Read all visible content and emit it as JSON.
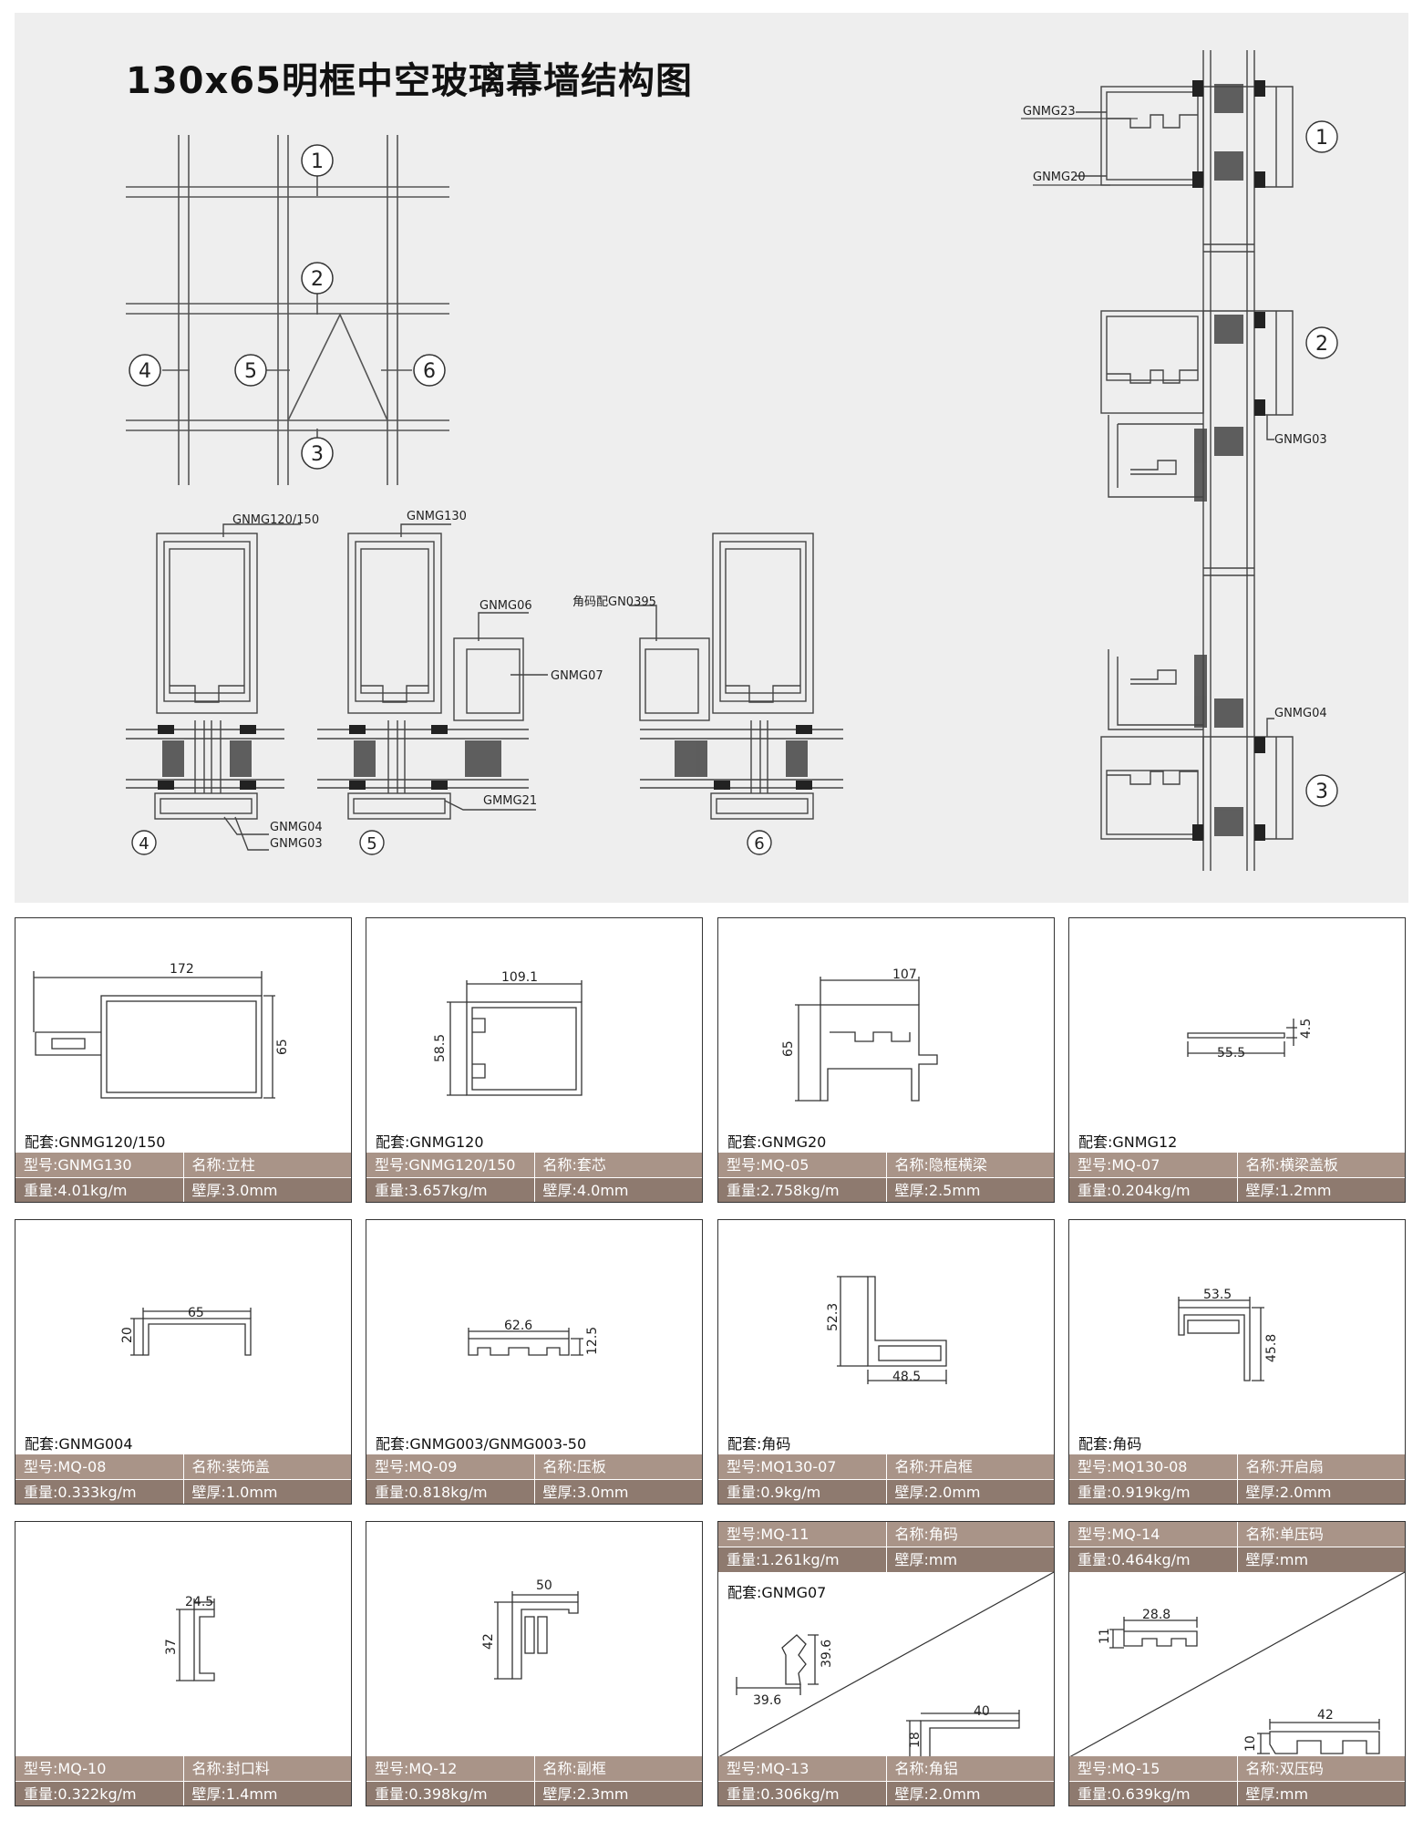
{
  "title": "130x65明框中空玻璃幕墙结构图",
  "grid_labels": {
    "n1": "1",
    "n2": "2",
    "n3": "3",
    "n4": "4",
    "n5": "5",
    "n6": "6"
  },
  "section_labels": {
    "s4": "4",
    "s5": "5",
    "s6": "6"
  },
  "right_labels": {
    "r1": "1",
    "r2": "2",
    "r3": "3"
  },
  "part_labels": {
    "gnmg120_150": "GNMG120/150",
    "gnmg130": "GNMG130",
    "gnmg06": "GNMG06",
    "gnmg07": "GNMG07",
    "gn0395": "角码配GN0395",
    "gnmg04": "GNMG04",
    "gnmg03": "GNMG03",
    "gmmg21": "GMMG21",
    "gnmg23": "GNMG23",
    "gnmg20": "GNMG20",
    "gnmg03_r": "GNMG03",
    "gnmg04_r": "GNMG04"
  },
  "cards": [
    {
      "peitao": "配套:GNMG120/150",
      "model": "型号:GNMG130",
      "name": "名称:立柱",
      "weight": "重量:4.01kg/m",
      "thick": "壁厚:3.0mm",
      "dims": [
        "172",
        "65"
      ]
    },
    {
      "peitao": "配套:GNMG120",
      "model": "型号:GNMG120/150",
      "name": "名称:套芯",
      "weight": "重量:3.657kg/m",
      "thick": "壁厚:4.0mm",
      "dims": [
        "109.1",
        "58.5"
      ]
    },
    {
      "peitao": "配套:GNMG20",
      "model": "型号:MQ-05",
      "name": "名称:隐框横梁",
      "weight": "重量:2.758kg/m",
      "thick": "壁厚:2.5mm",
      "dims": [
        "107",
        "65"
      ]
    },
    {
      "peitao": "配套:GNMG12",
      "model": "型号:MQ-07",
      "name": "名称:横梁盖板",
      "weight": "重量:0.204kg/m",
      "thick": "壁厚:1.2mm",
      "dims": [
        "55.5",
        "4.5"
      ]
    },
    {
      "peitao": "配套:GNMG004",
      "model": "型号:MQ-08",
      "name": "名称:装饰盖",
      "weight": "重量:0.333kg/m",
      "thick": "壁厚:1.0mm",
      "dims": [
        "65",
        "20"
      ]
    },
    {
      "peitao": "配套:GNMG003/GNMG003-50",
      "model": "型号:MQ-09",
      "name": "名称:压板",
      "weight": "重量:0.818kg/m",
      "thick": "壁厚:3.0mm",
      "dims": [
        "62.6",
        "12.5"
      ]
    },
    {
      "peitao": "配套:角码",
      "model": "型号:MQ130-07",
      "name": "名称:开启框",
      "weight": "重量:0.9kg/m",
      "thick": "壁厚:2.0mm",
      "dims": [
        "52.3",
        "48.5"
      ]
    },
    {
      "peitao": "配套:角码",
      "model": "型号:MQ130-08",
      "name": "名称:开启扇",
      "weight": "重量:0.919kg/m",
      "thick": "壁厚:2.0mm",
      "dims": [
        "53.5",
        "45.8"
      ]
    },
    {
      "peitao": "",
      "model": "型号:MQ-10",
      "name": "名称:封口料",
      "weight": "重量:0.322kg/m",
      "thick": "壁厚:1.4mm",
      "dims": [
        "24.5",
        "37"
      ]
    },
    {
      "peitao": "",
      "model": "型号:MQ-12",
      "name": "名称:副框",
      "weight": "重量:0.398kg/m",
      "thick": "壁厚:2.3mm",
      "dims": [
        "50",
        "42"
      ]
    },
    {
      "peitao": "配套:GNMG07",
      "model": "型号:MQ-11",
      "name": "名称:角码",
      "weight": "重量:1.261kg/m",
      "thick": "壁厚:mm",
      "model2": "型号:MQ-13",
      "name2": "名称:角铝",
      "weight2": "重量:0.306kg/m",
      "thick2": "壁厚:2.0mm",
      "dims": [
        "39.6",
        "39.6",
        "40",
        "18"
      ]
    },
    {
      "peitao": "",
      "model": "型号:MQ-14",
      "name": "名称:单压码",
      "weight": "重量:0.464kg/m",
      "thick": "壁厚:mm",
      "model2": "型号:MQ-15",
      "name2": "名称:双压码",
      "weight2": "重量:0.639kg/m",
      "thick2": "壁厚:mm",
      "dims": [
        "28.8",
        "11",
        "42",
        "10"
      ]
    }
  ]
}
